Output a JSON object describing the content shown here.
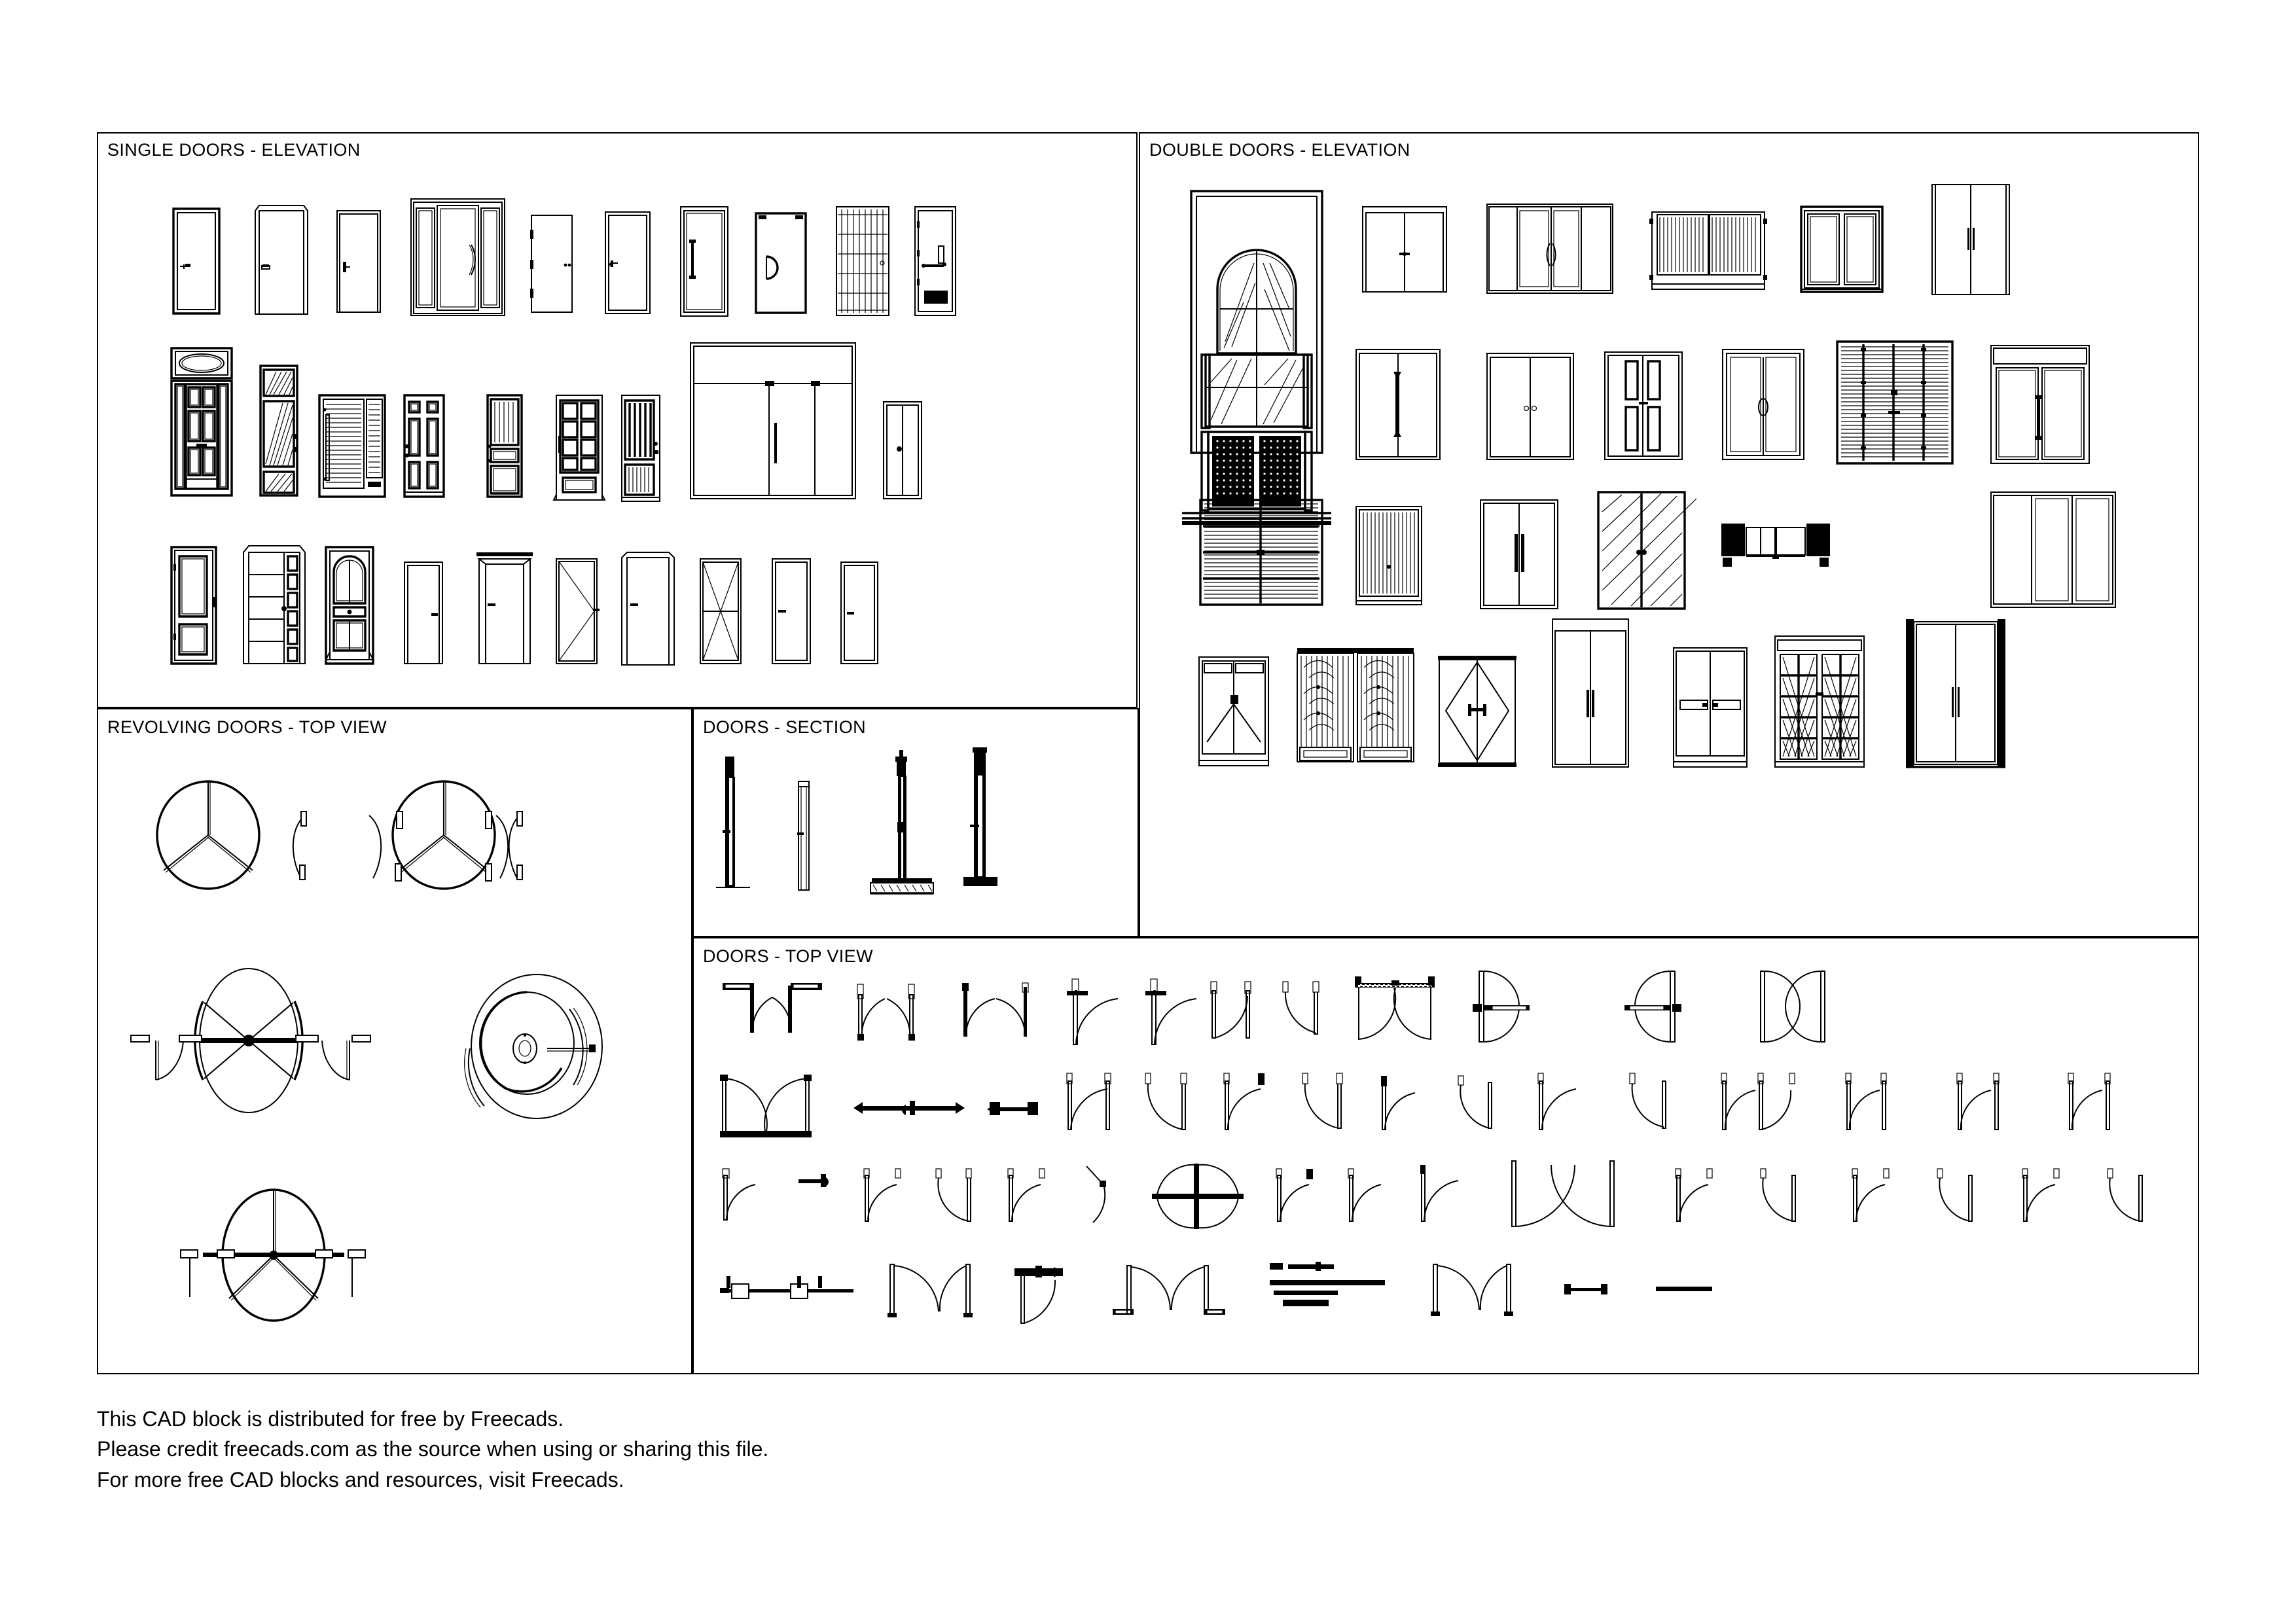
{
  "document": {
    "type": "CAD block sheet",
    "subject": "Doors – elevations, sections, plans"
  },
  "panels": [
    {
      "id": "single-doors-elevation",
      "title": "SINGLE DOORS - ELEVATION"
    },
    {
      "id": "double-doors-elevation",
      "title": "DOUBLE DOORS - ELEVATION"
    },
    {
      "id": "revolving-doors-top-view",
      "title": "REVOLVING DOORS - TOP VIEW"
    },
    {
      "id": "doors-section",
      "title": "DOORS - SECTION"
    },
    {
      "id": "doors-top-view",
      "title": "DOORS - TOP VIEW"
    }
  ],
  "footer": {
    "line1": "This CAD block is distributed for free by Freecads.",
    "line2": "Please credit freecads.com as the source when using or sharing this file.",
    "line3": "For more free CAD blocks and resources, visit Freecads."
  },
  "colors": {
    "ink": "#000000",
    "paper": "#ffffff"
  },
  "counts": {
    "single_doors_elevation": 26,
    "double_doors_elevation": 24,
    "revolving_doors_top_view": 5,
    "doors_section": 4,
    "doors_top_view": 56
  }
}
